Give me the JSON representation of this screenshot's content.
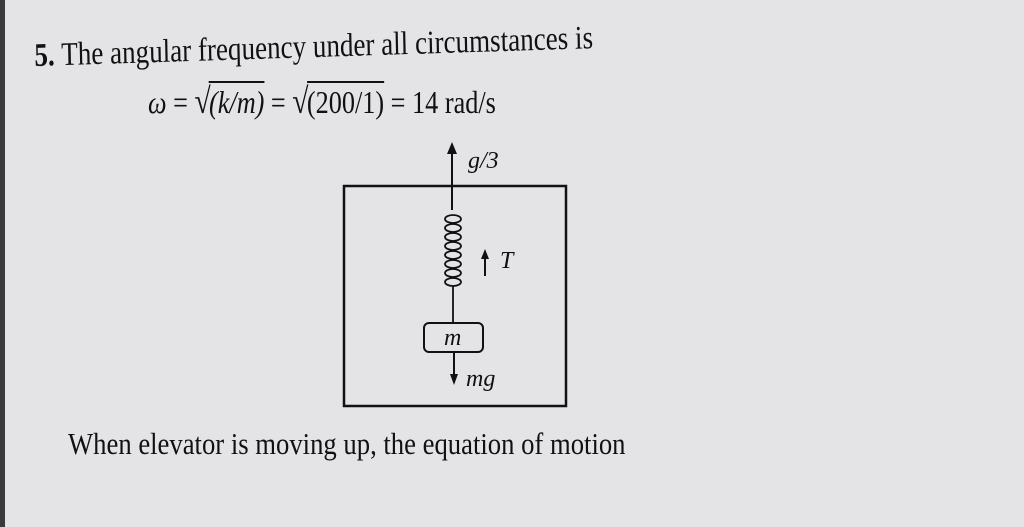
{
  "problem": {
    "number": "5.",
    "statement": "The angular frequency under all circumstances is",
    "formula": {
      "omega": "ω",
      "eq1": " = ",
      "sqrt1": "(k/m)",
      "eq2": " = ",
      "sqrt2": "(200/1)",
      "result": " = 14 rad/s"
    }
  },
  "diagram": {
    "acceleration_label": "g/3",
    "tension_label": "T",
    "mass_label": "m",
    "weight_label": "mg"
  },
  "continuation": "When elevator is moving up, the equation of motion"
}
